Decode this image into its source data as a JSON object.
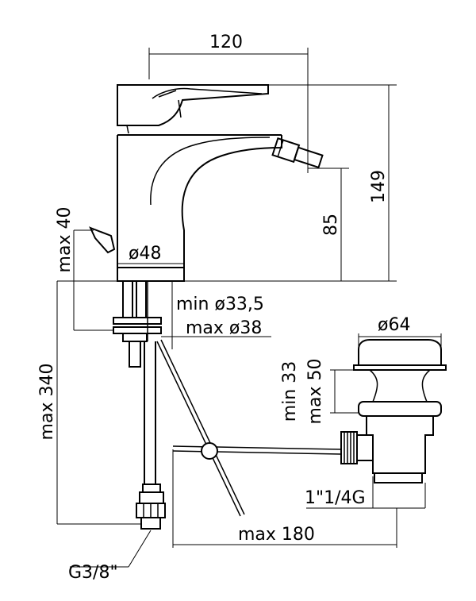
{
  "dimensions": {
    "width_top": "120",
    "height_total": "149",
    "spout_height": "85",
    "lever_max": "max 40",
    "base_diameter": "ø48",
    "hole_min": "min ø33,5",
    "hole_max": "max ø38",
    "below_max": "max 340",
    "inlet_thread": "G3/8\"",
    "waste_diameter": "ø64",
    "waste_min": "min 33",
    "waste_max": "max 50",
    "waste_thread": "1\"1/4G",
    "rod_max": "max 180"
  }
}
